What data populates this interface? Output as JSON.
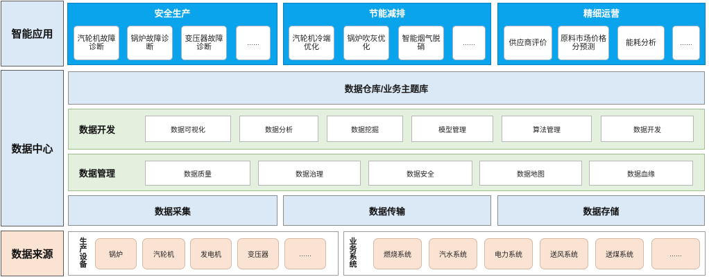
{
  "rows": {
    "apps": "智能应用",
    "center": "数据中心",
    "sources": "数据来源"
  },
  "apps": {
    "groups": [
      {
        "title": "安全生产",
        "items": [
          "汽轮机故障诊断",
          "锅炉故障诊断",
          "变压器故障诊断",
          "……"
        ]
      },
      {
        "title": "节能减排",
        "items": [
          "汽轮机冷端优化",
          "锅炉吹灰优化",
          "智能烟气脱硝",
          "……"
        ]
      },
      {
        "title": "精细运营",
        "items": [
          "供应商评价",
          "原料市场价格分预测",
          "能耗分析",
          "……"
        ]
      }
    ]
  },
  "center": {
    "warehouse": "数据仓库/业务主题库",
    "dev": {
      "title": "数据开发",
      "items": [
        "数据可视化",
        "数据分析",
        "数据挖掘",
        "模型管理",
        "算法管理",
        "数据开发"
      ]
    },
    "mgmt": {
      "title": "数据管理",
      "items": [
        "数据质量",
        "数据治理",
        "数据安全",
        "数据地图",
        "数据血缘"
      ]
    },
    "bottom": [
      "数据采集",
      "数据传输",
      "数据存储"
    ]
  },
  "sources": {
    "production": {
      "title": "生产设备",
      "items": [
        "锅炉",
        "汽轮机",
        "发电机",
        "变压器",
        "……"
      ]
    },
    "business": {
      "title": "业务系统",
      "items": [
        "燃烧系统",
        "汽水系统",
        "电力系统",
        "送风系统",
        "送煤系统",
        "……"
      ]
    }
  },
  "colors": {
    "app_band": "#0aa4ec",
    "light_blue": "#dbe9f7",
    "green": "#e4f0de",
    "peach": "#fbe3d3"
  }
}
